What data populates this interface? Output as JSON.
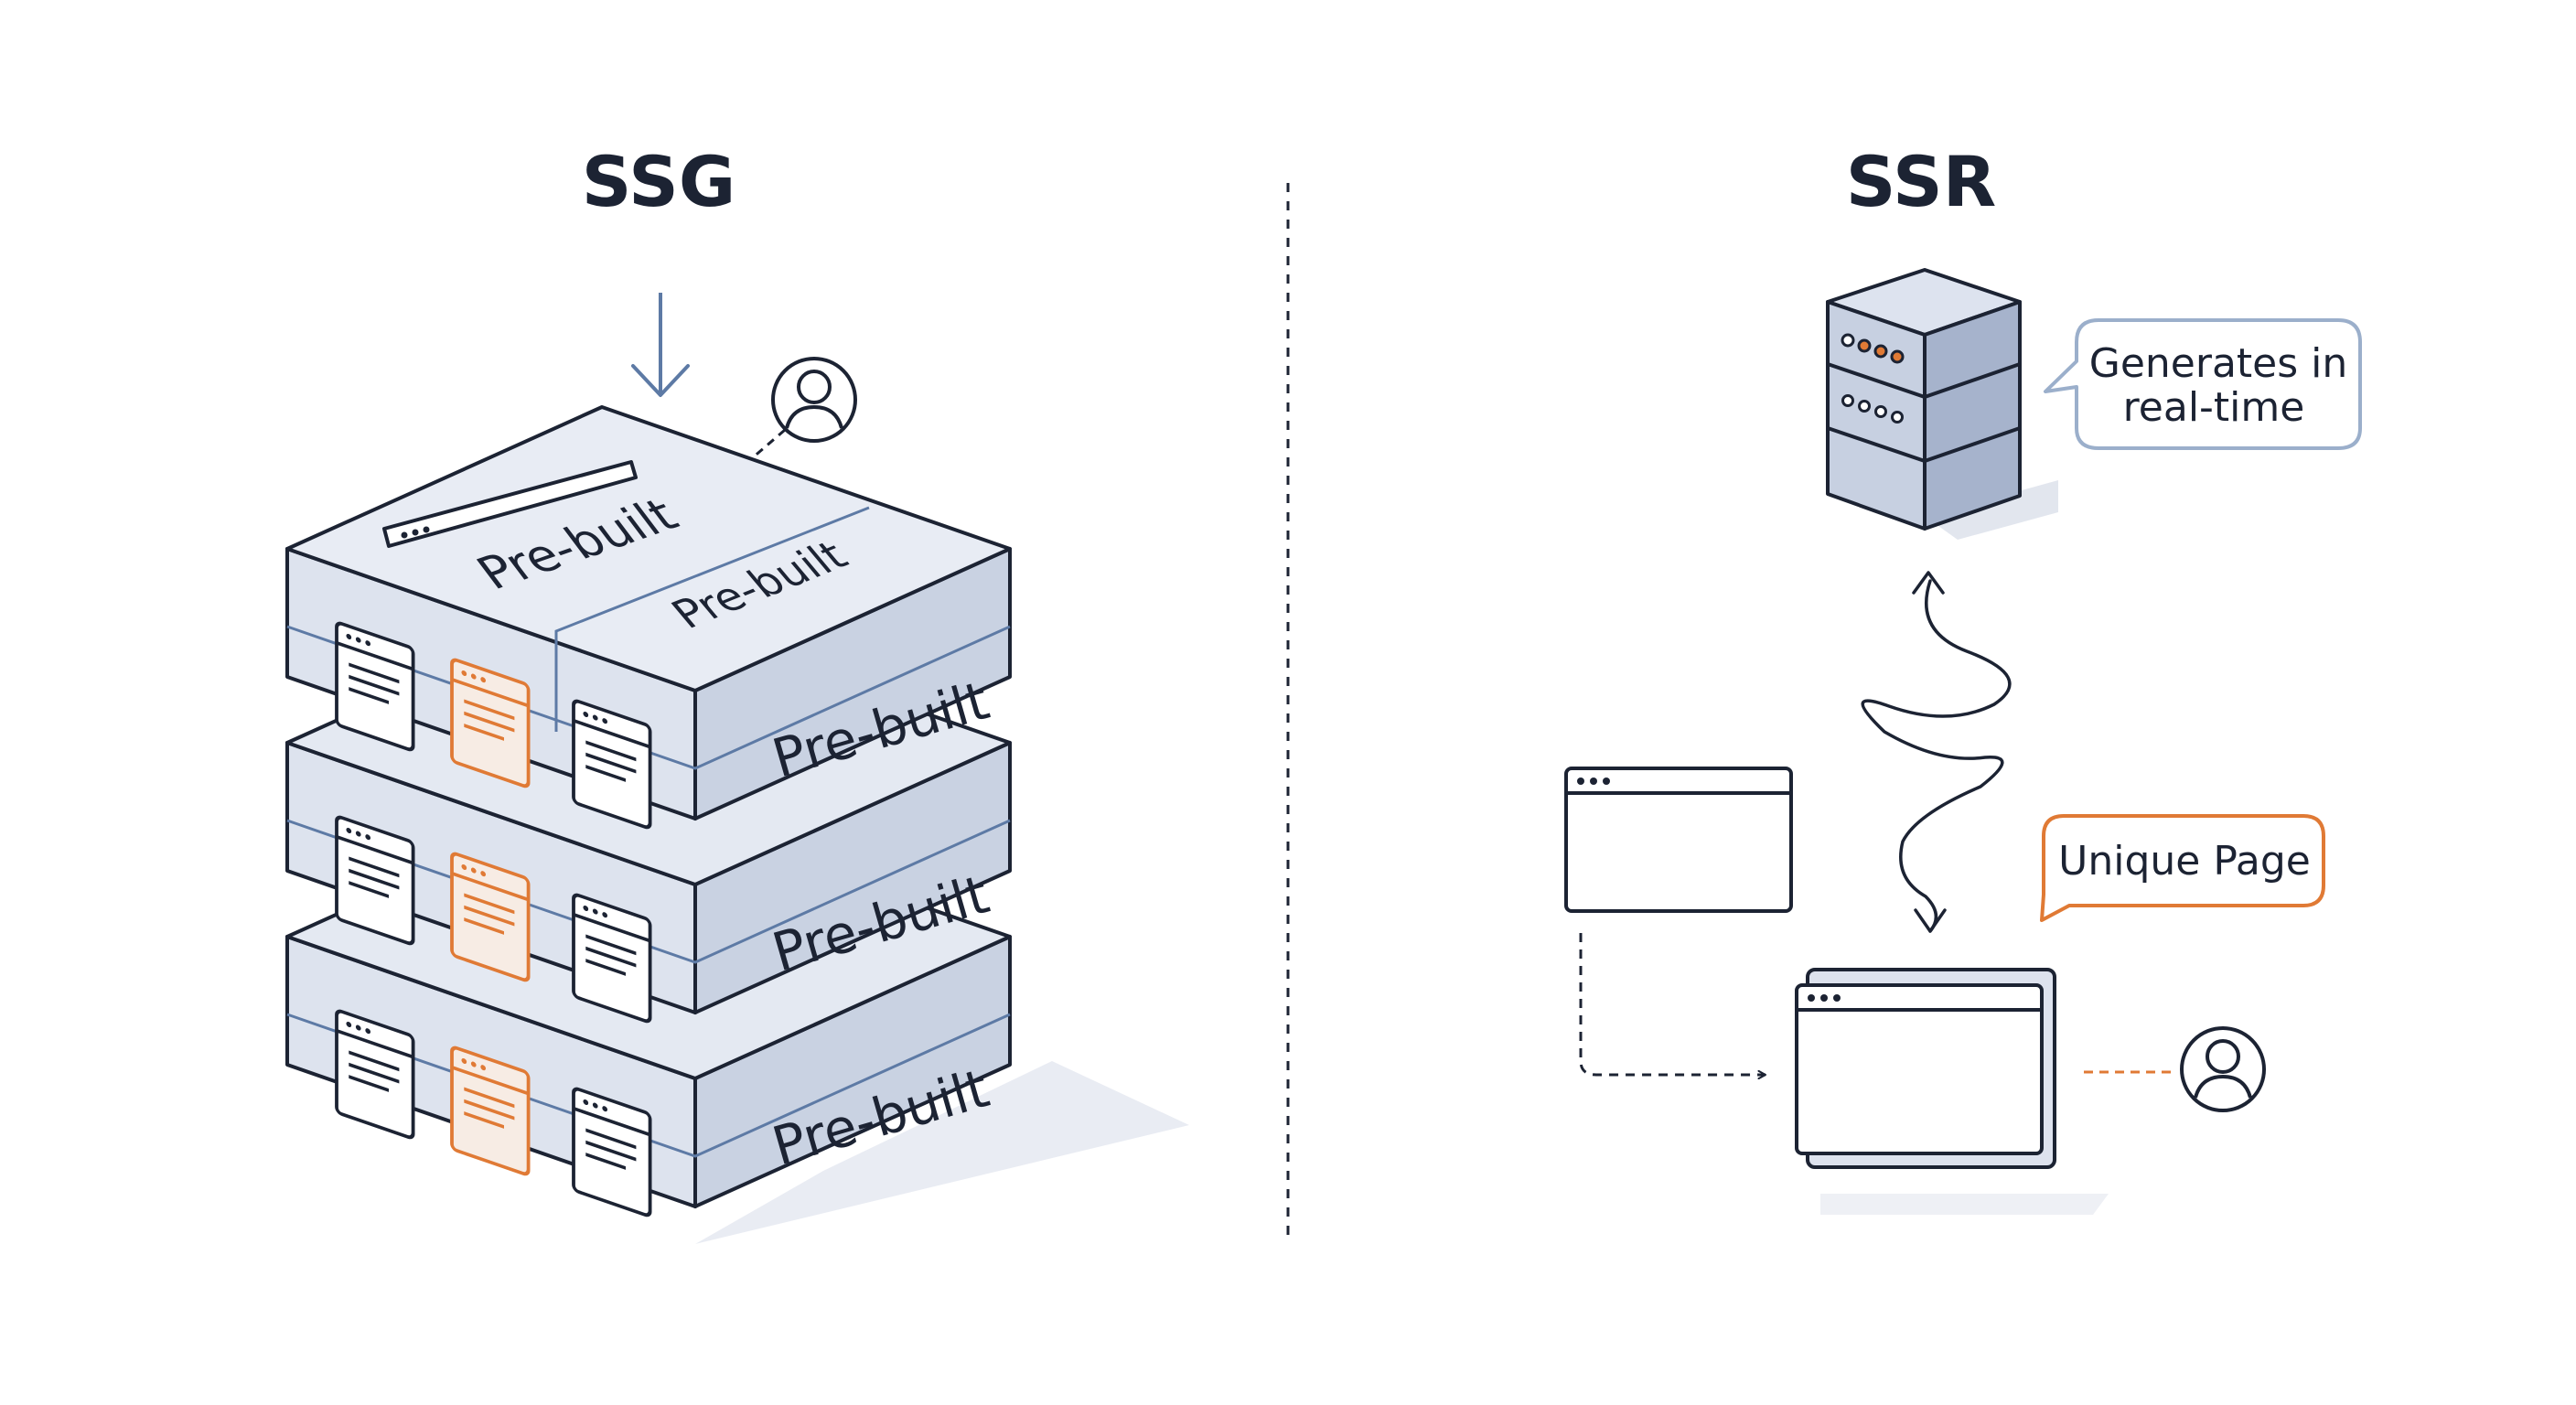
{
  "ssg": {
    "title": "SSG",
    "block_label": "Pre-built"
  },
  "ssr": {
    "title": "SSR",
    "server_bubble": [
      "Generates in",
      "real-time"
    ],
    "page_bubble": "Unique Page"
  },
  "colors": {
    "ink": "#1c2333",
    "block_top": "#e4e9f2",
    "block_front": "#dde3ee",
    "block_side": "#c5cfe0",
    "server_front": "#c3cde0",
    "server_side": "#a8b5cd",
    "accent_orange": "#e07a35",
    "accent_blue_line": "#5d7aa5",
    "bubble_border": "#9bafcb",
    "shadow": "#e8ebf2"
  },
  "icons": {
    "arrow": "arrow-down-icon",
    "user": "user-icon",
    "server": "server-icon",
    "browser": "browser-window-icon"
  }
}
